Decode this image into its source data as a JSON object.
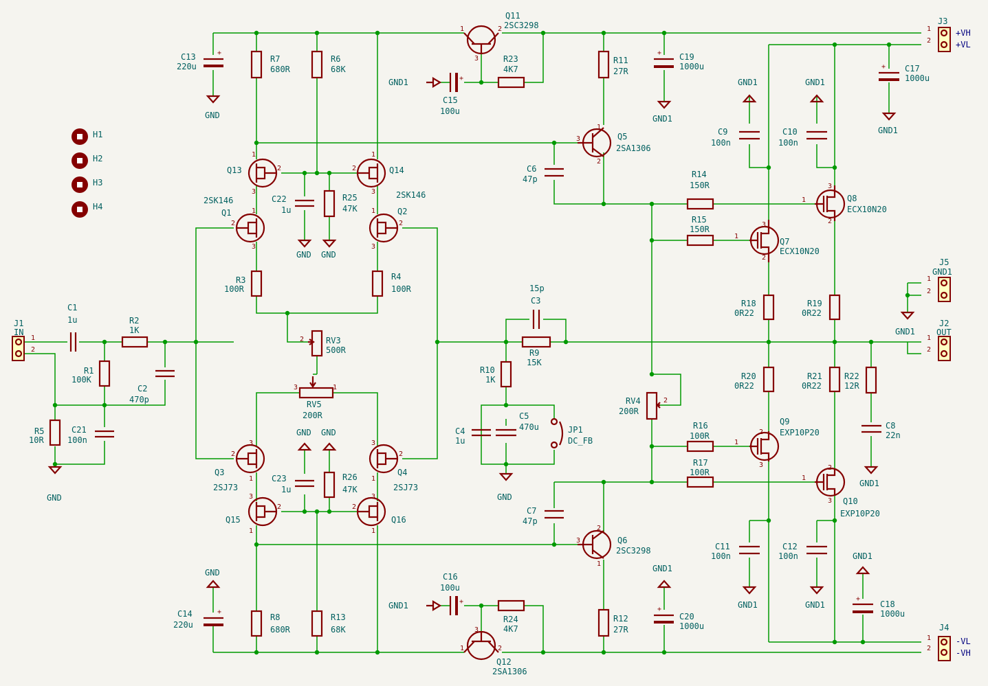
{
  "colors": {
    "background": "#f5f4ef",
    "wire": "#009900",
    "component": "#840000",
    "reference_text": "#005f5f",
    "net_label": "#00007f"
  },
  "mounting_holes": [
    "H1",
    "H2",
    "H3",
    "H4"
  ],
  "connectors": {
    "J1": {
      "ref": "J1",
      "value": "IN",
      "pins": [
        "1",
        "2"
      ]
    },
    "J2": {
      "ref": "J2",
      "value": "OUT",
      "pins": [
        "1",
        "2"
      ]
    },
    "J3": {
      "ref": "J3",
      "pins": [
        "1",
        "2"
      ],
      "nets": [
        "+VH",
        "+VL"
      ]
    },
    "J4": {
      "ref": "J4",
      "pins": [
        "1",
        "2"
      ],
      "nets": [
        "-VL",
        "-VH"
      ]
    },
    "J5": {
      "ref": "J5",
      "value": "GND1",
      "pins": [
        "1",
        "2"
      ]
    }
  },
  "resistors": {
    "R1": {
      "ref": "R1",
      "value": "100K"
    },
    "R2": {
      "ref": "R2",
      "value": "1K"
    },
    "R3": {
      "ref": "R3",
      "value": "100R"
    },
    "R4": {
      "ref": "R4",
      "value": "100R"
    },
    "R5": {
      "ref": "R5",
      "value": "10R"
    },
    "R6": {
      "ref": "R6",
      "value": "68K"
    },
    "R7": {
      "ref": "R7",
      "value": "680R"
    },
    "R8": {
      "ref": "R8",
      "value": "680R"
    },
    "R9": {
      "ref": "R9",
      "value": "15K"
    },
    "R10": {
      "ref": "R10",
      "value": "1K"
    },
    "R11": {
      "ref": "R11",
      "value": "27R"
    },
    "R12": {
      "ref": "R12",
      "value": "27R"
    },
    "R13": {
      "ref": "R13",
      "value": "68K"
    },
    "R14": {
      "ref": "R14",
      "value": "150R"
    },
    "R15": {
      "ref": "R15",
      "value": "150R"
    },
    "R16": {
      "ref": "R16",
      "value": "100R"
    },
    "R17": {
      "ref": "R17",
      "value": "100R"
    },
    "R18": {
      "ref": "R18",
      "value": "0R22"
    },
    "R19": {
      "ref": "R19",
      "value": "0R22"
    },
    "R20": {
      "ref": "R20",
      "value": "0R22"
    },
    "R21": {
      "ref": "R21",
      "value": "0R22"
    },
    "R22": {
      "ref": "R22",
      "value": "12R"
    },
    "R23": {
      "ref": "R23",
      "value": "4K7"
    },
    "R24": {
      "ref": "R24",
      "value": "4K7"
    },
    "R25": {
      "ref": "R25",
      "value": "47K"
    },
    "R26": {
      "ref": "R26",
      "value": "47K"
    }
  },
  "potentiometers": {
    "RV3": {
      "ref": "RV3",
      "value": "500R"
    },
    "RV4": {
      "ref": "RV4",
      "value": "200R"
    },
    "RV5": {
      "ref": "RV5",
      "value": "200R"
    }
  },
  "capacitors": {
    "C1": {
      "ref": "C1",
      "value": "1u"
    },
    "C2": {
      "ref": "C2",
      "value": "470p"
    },
    "C3": {
      "ref": "C3",
      "value": "15p"
    },
    "C4": {
      "ref": "C4",
      "value": "1u"
    },
    "C5": {
      "ref": "C5",
      "value": "470u"
    },
    "C6": {
      "ref": "C6",
      "value": "47p"
    },
    "C7": {
      "ref": "C7",
      "value": "47p"
    },
    "C8": {
      "ref": "C8",
      "value": "22n"
    },
    "C9": {
      "ref": "C9",
      "value": "100n"
    },
    "C10": {
      "ref": "C10",
      "value": "100n"
    },
    "C11": {
      "ref": "C11",
      "value": "100n"
    },
    "C12": {
      "ref": "C12",
      "value": "100n"
    },
    "C13": {
      "ref": "C13",
      "value": "220u"
    },
    "C14": {
      "ref": "C14",
      "value": "220u"
    },
    "C15": {
      "ref": "C15",
      "value": "100u"
    },
    "C16": {
      "ref": "C16",
      "value": "100u"
    },
    "C17": {
      "ref": "C17",
      "value": "1000u"
    },
    "C18": {
      "ref": "C18",
      "value": "1000u"
    },
    "C19": {
      "ref": "C19",
      "value": "1000u"
    },
    "C20": {
      "ref": "C20",
      "value": "1000u"
    },
    "C21": {
      "ref": "C21",
      "value": "100n"
    },
    "C22": {
      "ref": "C22",
      "value": "1u"
    },
    "C23": {
      "ref": "C23",
      "value": "1u"
    }
  },
  "transistors": {
    "Q1": {
      "ref": "Q1",
      "value": "2SK146"
    },
    "Q2": {
      "ref": "Q2"
    },
    "Q3": {
      "ref": "Q3",
      "value": "2SJ73"
    },
    "Q4": {
      "ref": "Q4",
      "value": "2SJ73"
    },
    "Q5": {
      "ref": "Q5",
      "value": "2SA1306"
    },
    "Q6": {
      "ref": "Q6",
      "value": "2SC3298"
    },
    "Q7": {
      "ref": "Q7",
      "value": "ECX10N20"
    },
    "Q8": {
      "ref": "Q8",
      "value": "ECX10N20"
    },
    "Q9": {
      "ref": "Q9",
      "value": "EXP10P20"
    },
    "Q10": {
      "ref": "Q10",
      "value": "EXP10P20"
    },
    "Q11": {
      "ref": "Q11",
      "value": "2SC3298"
    },
    "Q12": {
      "ref": "Q12",
      "value": "2SA1306"
    },
    "Q13": {
      "ref": "Q13"
    },
    "Q14": {
      "ref": "Q14",
      "value": "2SK146"
    },
    "Q15": {
      "ref": "Q15"
    },
    "Q16": {
      "ref": "Q16"
    }
  },
  "jumpers": {
    "JP1": {
      "ref": "JP1",
      "value": "DC_FB"
    }
  },
  "power_labels": {
    "gnd": "GND",
    "gnd1": "GND1"
  }
}
